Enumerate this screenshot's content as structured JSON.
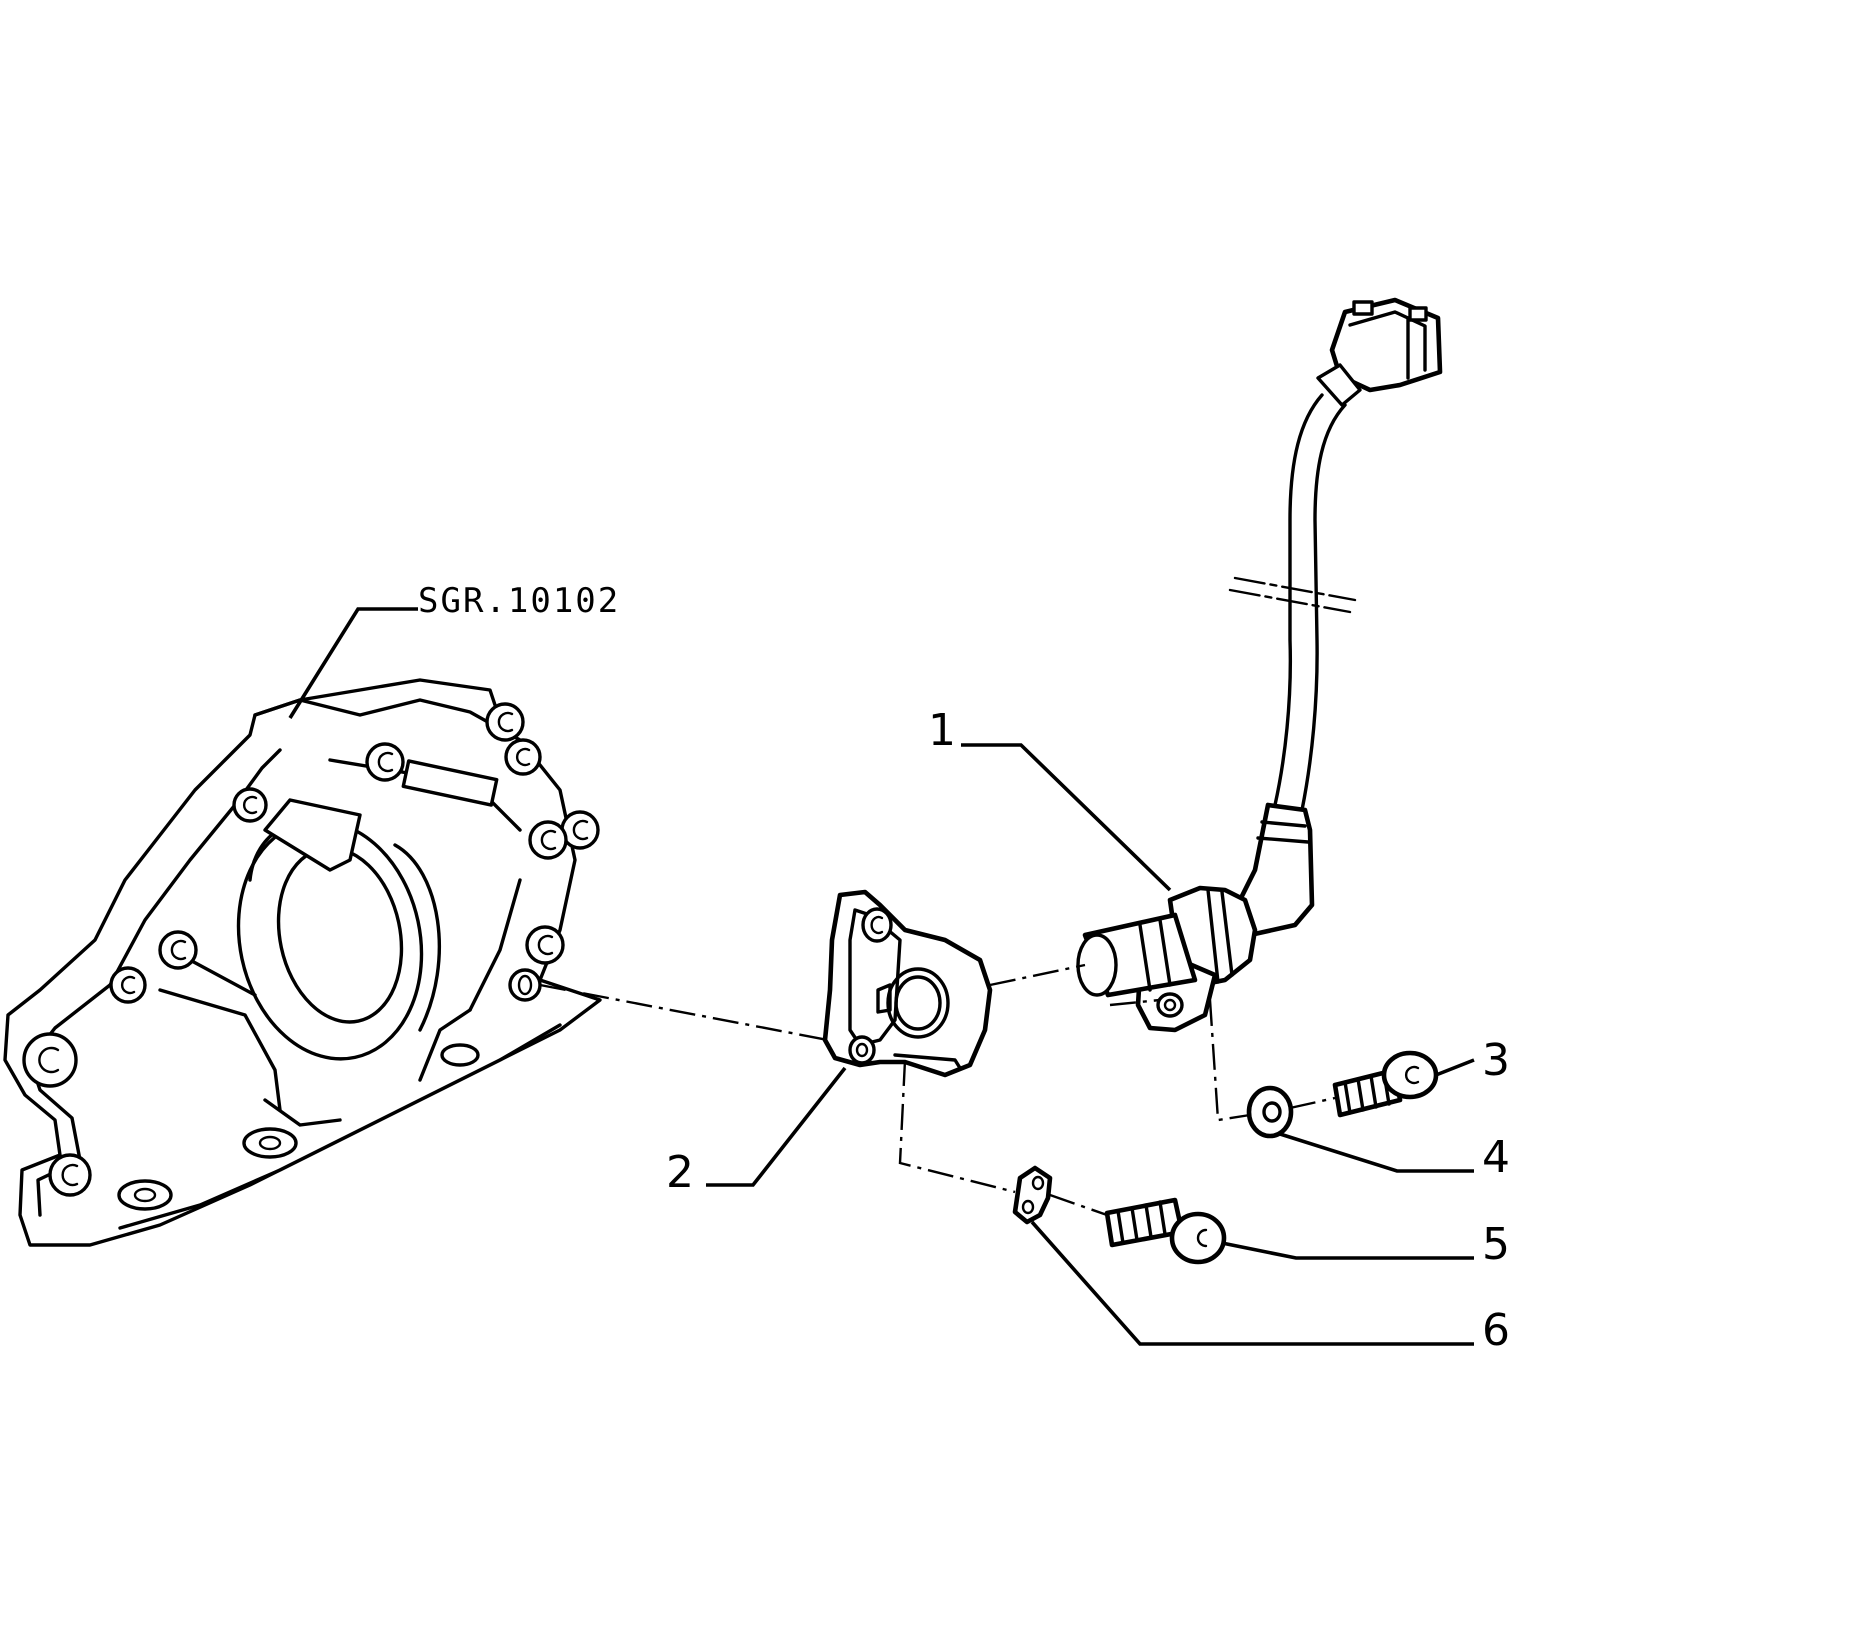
{
  "diagram": {
    "reference_label": "SGR.10102",
    "callouts": [
      "1",
      "2",
      "3",
      "4",
      "5",
      "6"
    ]
  }
}
